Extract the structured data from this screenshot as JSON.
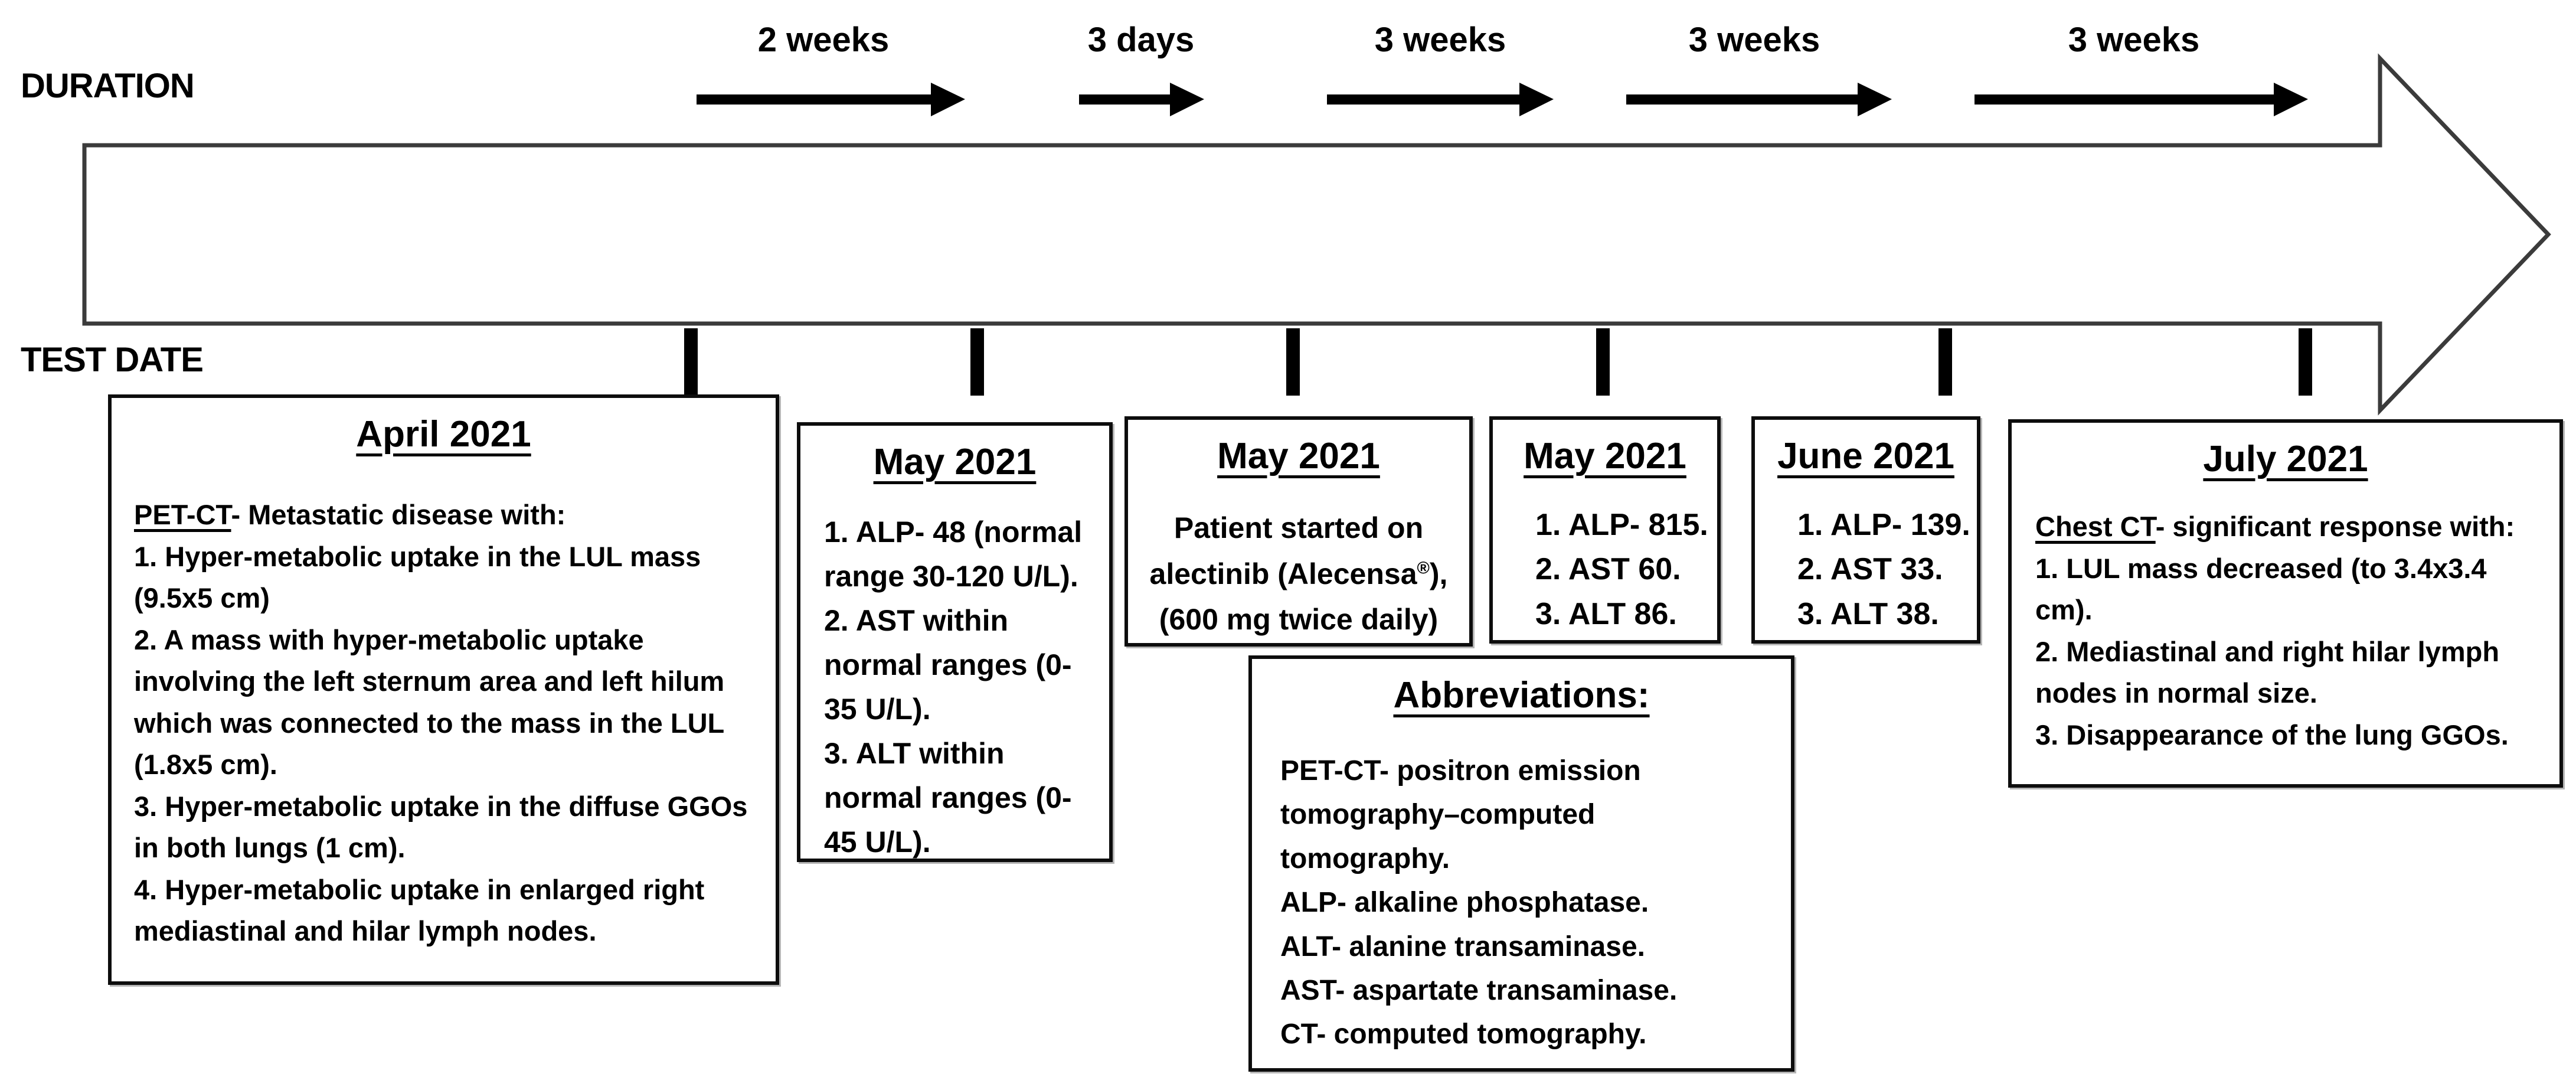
{
  "row_labels": {
    "duration": "DURATION",
    "test_date": "TEST DATE"
  },
  "durations": [
    {
      "label": "2 weeks"
    },
    {
      "label": "3 days"
    },
    {
      "label": "3 weeks"
    },
    {
      "label": "3 weeks"
    },
    {
      "label": "3 weeks"
    }
  ],
  "boxes": {
    "april": {
      "title": "April 2021",
      "lead_underline": "PET-CT",
      "lead_rest": "- Metastatic disease with:",
      "items": [
        "1. Hyper-metabolic uptake in the LUL mass (9.5x5 cm)",
        "2. A mass with hyper-metabolic uptake involving the left sternum area and left hilum which was connected to the mass in the LUL (1.8x5 cm).",
        "3. Hyper-metabolic uptake in the diffuse GGOs in both lungs (1 cm).",
        "4. Hyper-metabolic uptake in enlarged right mediastinal and hilar lymph nodes."
      ]
    },
    "may_labs_1": {
      "title": "May 2021",
      "items": [
        "1. ALP- 48 (normal range 30-120 U/L).",
        "2. AST within normal ranges (0-35 U/L).",
        "3. ALT within normal ranges (0-45 U/L)."
      ]
    },
    "may_treatment": {
      "title": "May 2021",
      "body_pre": "Patient started on alectinib (Alecensa",
      "body_sup": "®",
      "body_post": "), (600 mg twice daily)"
    },
    "may_labs_2": {
      "title": "May 2021",
      "items": [
        "1. ALP- 815.",
        "2. AST 60.",
        "3. ALT 86."
      ]
    },
    "june_labs": {
      "title": "June 2021",
      "items": [
        "1. ALP- 139.",
        "2. AST 33.",
        "3. ALT 38."
      ]
    },
    "july": {
      "title": "July 2021",
      "lead_underline": "Chest CT",
      "lead_rest": "- significant response with:",
      "items": [
        "1. LUL mass decreased (to 3.4x3.4 cm).",
        "2. Mediastinal and right hilar lymph nodes in normal size.",
        "3. Disappearance of the lung GGOs."
      ]
    },
    "abbreviations": {
      "title": "Abbreviations:",
      "items": [
        "PET-CT- positron emission tomography–computed tomography.",
        "ALP- alkaline phosphatase.",
        "ALT- alanine transaminase.",
        "AST- aspartate transaminase.",
        "CT- computed tomography."
      ]
    }
  },
  "colors": {
    "ink": "#000000",
    "arrow_outline": "#3b3b3b",
    "background": "#ffffff"
  }
}
